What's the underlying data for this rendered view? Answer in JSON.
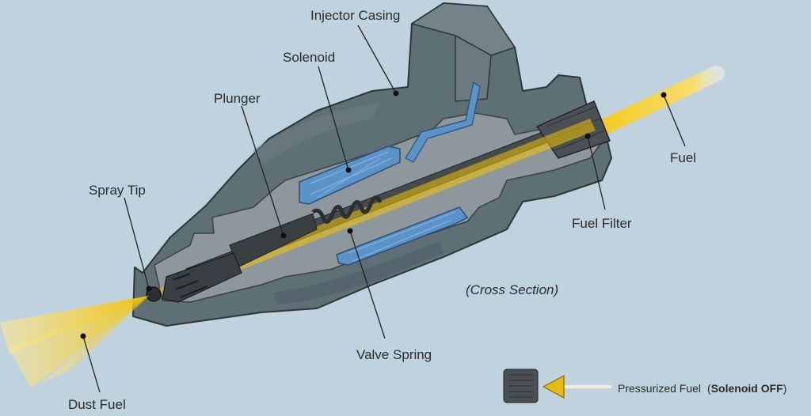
{
  "labels": {
    "injector_casing": "Injector Casing",
    "solenoid": "Solenoid",
    "plunger": "Plunger",
    "spray_tip": "Spray Tip",
    "fuel": "Fuel",
    "fuel_filter": "Fuel Filter",
    "cross_section": "(Cross Section)",
    "valve_spring": "Valve Spring",
    "dust_fuel": "Dust Fuel"
  },
  "legend": {
    "text": "Pressurized Fuel",
    "paren_open": "(",
    "emphasis": "Solenoid OFF",
    "paren_close": ")"
  },
  "colors": {
    "background": "#bfd2dd",
    "casing": "#5f6f76",
    "section": "#8e979b",
    "solenoid": "#5b93c9",
    "fuel": "#f2c200",
    "internal": "#3a3f42"
  }
}
